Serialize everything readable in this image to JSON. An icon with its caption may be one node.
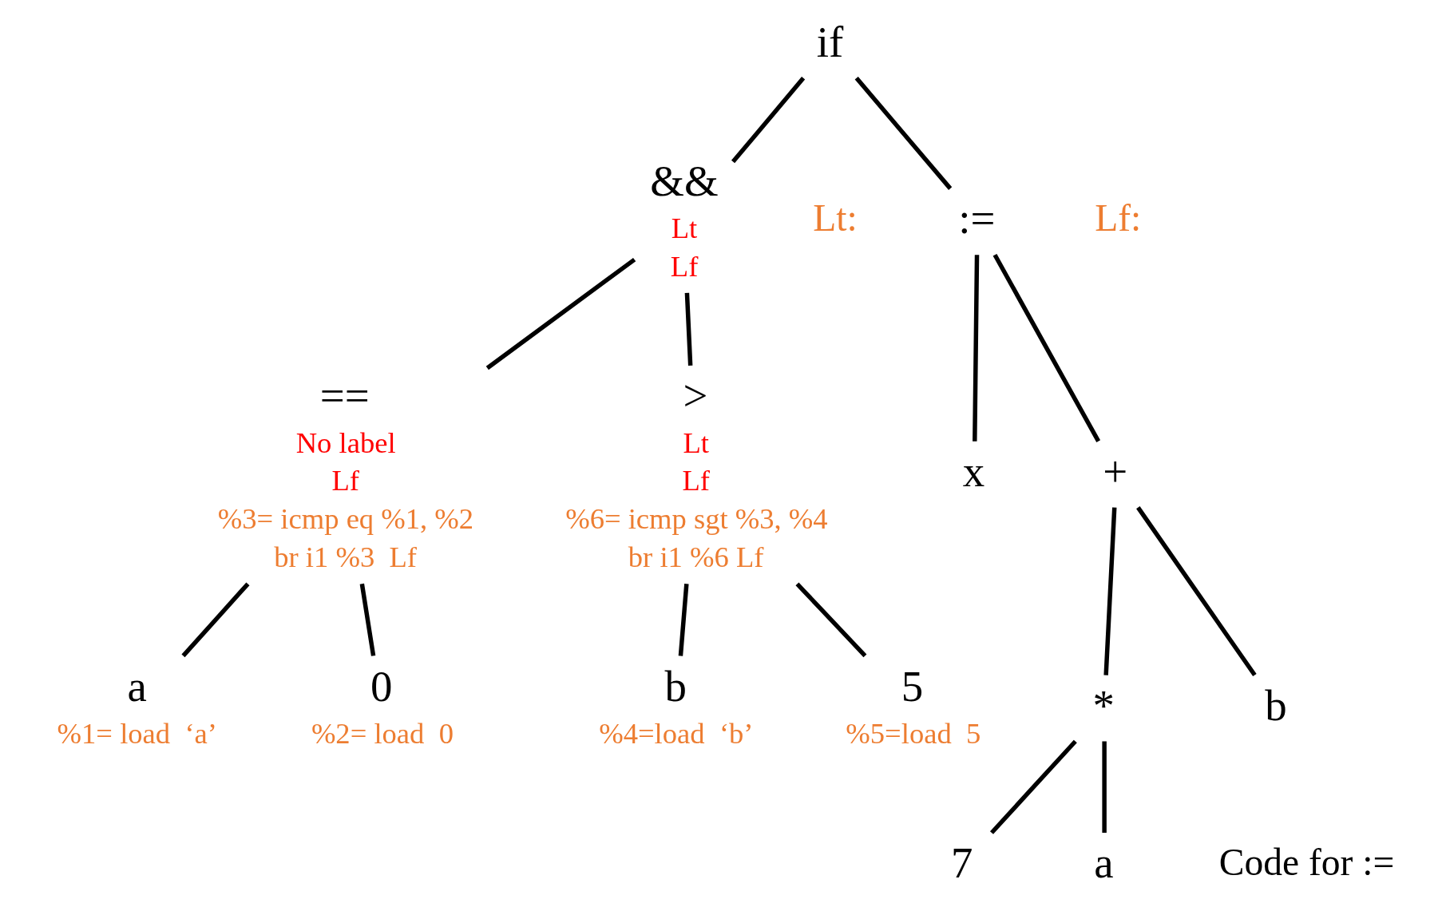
{
  "diagram": {
    "nodes": [
      {
        "text": [
          "if"
        ]
      },
      {
        "text": [
          "&&"
        ],
        "beside": [
          "Lt",
          "Lf"
        ]
      },
      {
        "text": [
          ":="
        ]
      },
      {
        "text": [
          "=="
        ],
        "beside": [
          "No label",
          "Lf",
          "%3= icmp eq %1, %2",
          "br i1 %3  Lf"
        ]
      },
      {
        "text": [
          ">"
        ],
        "beside": [
          "Lt",
          "Lf",
          "%6= icmp sgt %3, %4",
          "br i1 %6 Lf"
        ]
      },
      {
        "text": [
          "x"
        ]
      },
      {
        "text": [
          "+"
        ]
      },
      {
        "text": [
          "a"
        ],
        "beside": [
          "%1= load  ‘a’"
        ]
      },
      {
        "text": [
          "0"
        ],
        "beside": [
          "%2= load  0"
        ]
      },
      {
        "text": [
          "b"
        ],
        "beside": [
          "%4=load  ‘b’"
        ]
      },
      {
        "text": [
          "5"
        ],
        "beside": [
          "%5=load  5"
        ]
      },
      {
        "text": [
          "*"
        ]
      },
      {
        "text": [
          "b"
        ]
      },
      {
        "text": [
          "7"
        ]
      },
      {
        "text": [
          "a"
        ]
      }
    ],
    "edges": [
      {
        "from": 0,
        "to": 1,
        "arrow": "none"
      },
      {
        "from": 0,
        "to": 2,
        "arrow": "none"
      },
      {
        "from": 1,
        "to": 3,
        "arrow": "none"
      },
      {
        "from": 1,
        "to": 4,
        "arrow": "none"
      },
      {
        "from": 3,
        "to": 7,
        "arrow": "none"
      },
      {
        "from": 3,
        "to": 8,
        "arrow": "none"
      },
      {
        "from": 4,
        "to": 9,
        "arrow": "none"
      },
      {
        "from": 4,
        "to": 10,
        "arrow": "none"
      },
      {
        "from": 2,
        "to": 5,
        "arrow": "none"
      },
      {
        "from": 2,
        "to": 6,
        "arrow": "none"
      },
      {
        "from": 6,
        "to": 11,
        "arrow": "none"
      },
      {
        "from": 6,
        "to": 12,
        "arrow": "none"
      },
      {
        "from": 11,
        "to": 13,
        "arrow": "none"
      },
      {
        "from": 11,
        "to": 14,
        "arrow": "none"
      }
    ],
    "labels": [
      "Lt:",
      "Lf:",
      "Code for :="
    ]
  }
}
